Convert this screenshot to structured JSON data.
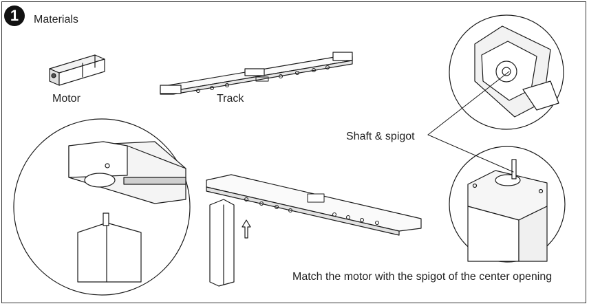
{
  "step": {
    "number": "1"
  },
  "heading": "Materials",
  "labels": {
    "motor": "Motor",
    "track": "Track",
    "shaft_spigot": "Shaft & spigot",
    "instruction": "Match the motor with the spigot of the center opening"
  }
}
